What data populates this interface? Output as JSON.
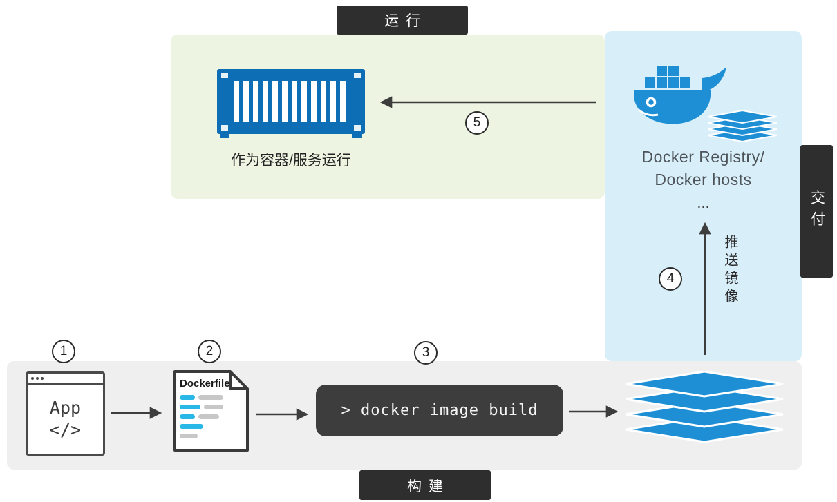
{
  "banners": {
    "run": "运行",
    "build": "构建",
    "deliver": "交付"
  },
  "steps": {
    "s1": "1",
    "s2": "2",
    "s3": "3",
    "s4": "4",
    "s5": "5"
  },
  "run_panel": {
    "caption": "作为容器/服务运行"
  },
  "registry_panel": {
    "line1": "Docker Registry/",
    "line2": "Docker hosts",
    "ellipsis": "...",
    "push_label": "推送镜像"
  },
  "build_panel": {
    "app_window": {
      "title": "App",
      "code": "</>"
    },
    "dockerfile": {
      "title": "Dockerfile"
    },
    "terminal": {
      "command": "> docker image build"
    }
  },
  "icons": {
    "container": "shipping-container-icon",
    "whale": "docker-whale-icon",
    "layers_small": "image-layers-small-icon",
    "layers_large": "image-layers-icon",
    "app_window": "app-browser-window-icon",
    "dockerfile": "dockerfile-document-icon"
  },
  "colors": {
    "docker_blue": "#1e8fd5",
    "container_blue": "#0d6db5",
    "panel_green": "#edf4e1",
    "panel_blue": "#d8effa",
    "panel_gray": "#efefef",
    "banner_dark": "#2e2e2e",
    "terminal_dark": "#3d3d3d",
    "dockerfile_line_blue": "#29b7e8",
    "dockerfile_line_gray": "#c7c7c7",
    "arrow": "#3d3d3d"
  }
}
